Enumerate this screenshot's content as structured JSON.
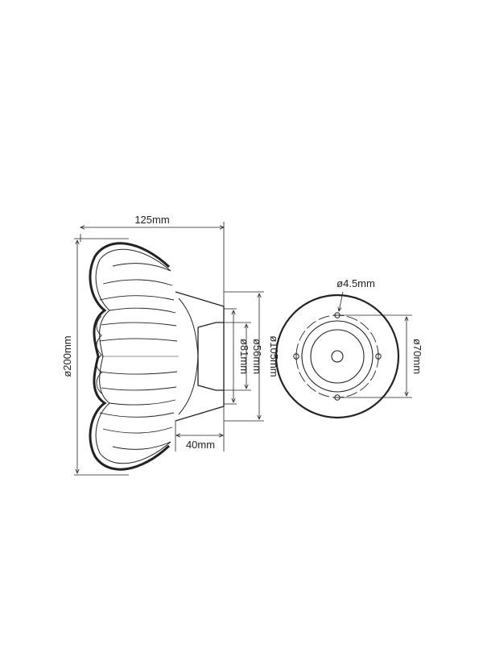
{
  "colors": {
    "ink": "#222222",
    "background": "#ffffff"
  },
  "side_view": {
    "width_label": "125mm",
    "height_label": "ø200mm",
    "backplate_depth_label": "40mm",
    "backplate_diameter_label": "ø105mm",
    "inner_diameter_label": "ø81mm",
    "recess_diameter_label": "ø56mm"
  },
  "back_view": {
    "hole_label": "ø4.5mm",
    "hole_spacing_label": "ø70mm"
  }
}
